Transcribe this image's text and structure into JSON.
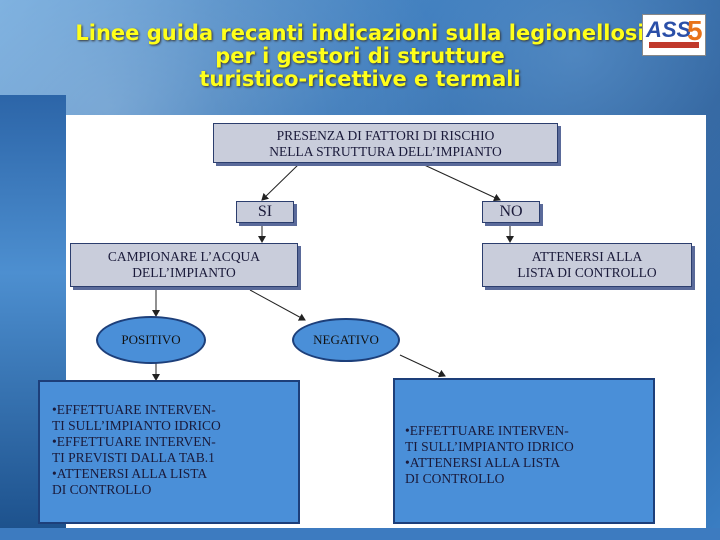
{
  "title": {
    "line1": "Linee guida recanti indicazioni sulla legionellosi",
    "line2": "per i gestori di strutture",
    "line3": "turistico-ricettive e termali"
  },
  "logo": {
    "letters": "ASS",
    "number": "5"
  },
  "flowchart": {
    "start": {
      "line1": "PRESENZA DI FATTORI DI RISCHIO",
      "line2": "NELLA STRUTTURA DELL’IMPIANTO"
    },
    "yes": "SI",
    "no": "NO",
    "sample": {
      "line1": "CAMPIONARE L’ACQUA",
      "line2": "DELL’IMPIANTO"
    },
    "checklist": {
      "line1": "ATTENERSI ALLA",
      "line2": "LISTA DI CONTROLLO"
    },
    "positive": "POSITIVO",
    "negative": "NEGATIVO",
    "positive_actions": [
      "•EFFETTUARE  INTERVEN-",
      "TI SULL’IMPIANTO IDRICO",
      "•EFFETTUARE INTERVEN-",
      "TI PREVISTI DALLA TAB.1",
      "•ATTENERSI ALLA LISTA",
      "DI CONTROLLO"
    ],
    "negative_actions": [
      "•EFFETTUARE INTERVEN-",
      "TI SULL’IMPIANTO IDRICO",
      "•ATTENERSI ALLA LISTA",
      "DI CONTROLLO"
    ]
  }
}
